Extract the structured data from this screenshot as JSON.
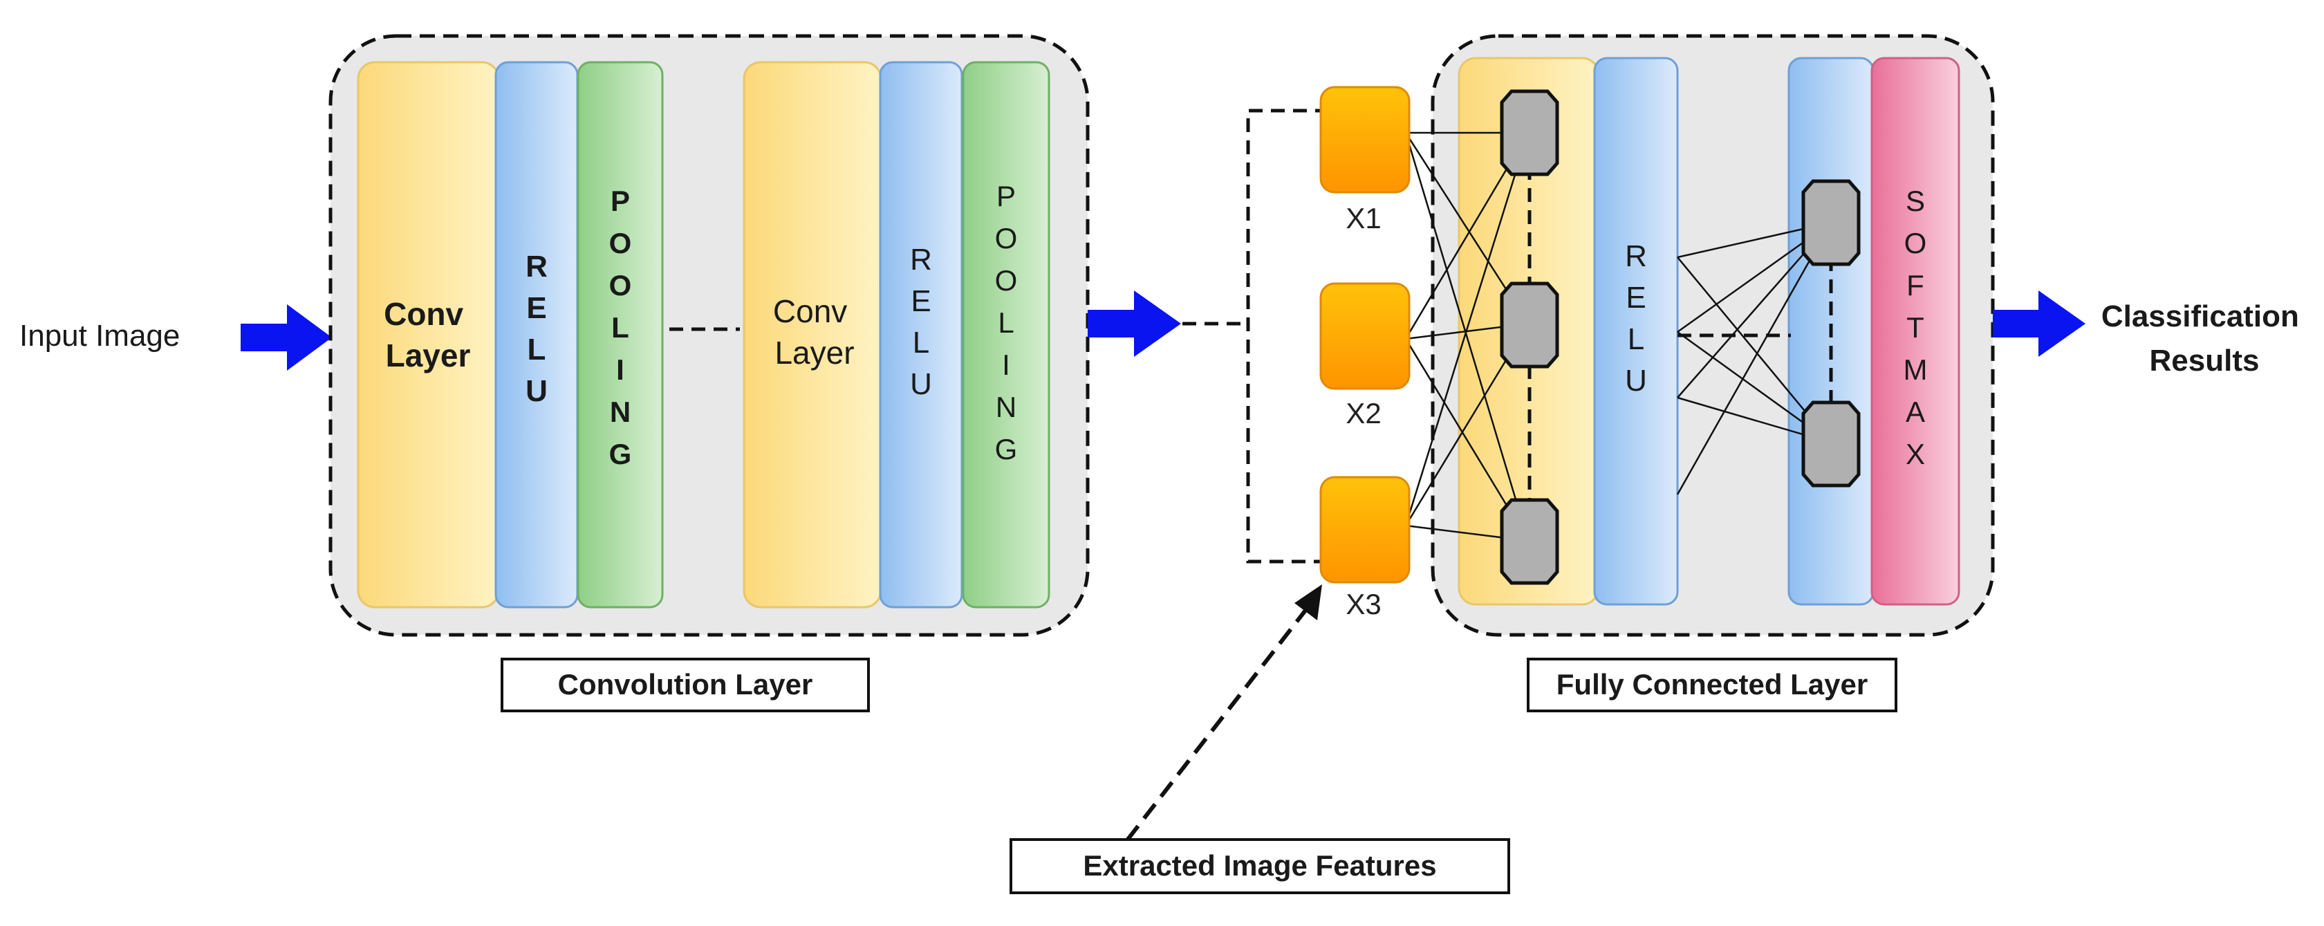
{
  "input_label": "Input Image",
  "output_label": [
    "Classification",
    "Results"
  ],
  "conv_blocks": [
    {
      "conv_label": [
        "Conv",
        "Layer"
      ],
      "relu_letters": [
        "R",
        "E",
        "L",
        "U"
      ],
      "pool_letters": [
        "P",
        "O",
        "O",
        "L",
        "I",
        "N",
        "G"
      ]
    },
    {
      "conv_label": [
        "Conv",
        "Layer"
      ],
      "relu_letters": [
        "R",
        "E",
        "L",
        "U"
      ],
      "pool_letters": [
        "P",
        "O",
        "O",
        "L",
        "I",
        "N",
        "G"
      ]
    }
  ],
  "feature_labels": [
    "X1",
    "X2",
    "X3"
  ],
  "fc_relu_letters": [
    "R",
    "E",
    "L",
    "U"
  ],
  "softmax_letters": [
    "S",
    "O",
    "F",
    "T",
    "M",
    "A",
    "X"
  ],
  "captions": {
    "convolution": "Convolution Layer",
    "fully_connected": "Fully Connected Layer",
    "extracted_features": "Extracted Image Features"
  },
  "colors": {
    "panel_fill": "#e8e8e8",
    "conv_yellow": "#fde08a",
    "relu_blue": "#a8cdf0",
    "pool_green": "#a6d79e",
    "feature_orange": "#ffae00",
    "softmax_pink": "#ee88aa",
    "node_gray": "#b0b0b0",
    "arrow_blue": "#0a14f0"
  }
}
